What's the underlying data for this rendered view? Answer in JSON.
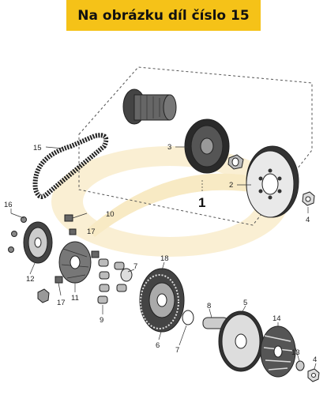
{
  "banner": {
    "text": "Na obrázku díl číslo 15",
    "bg": "#f5c218"
  },
  "diagram": {
    "callouts": {
      "c1": "1",
      "c2": "2",
      "c3": "3",
      "c4": "4",
      "c4b": "4",
      "c5": "5",
      "c6": "6",
      "c7": "7",
      "c7b": "7",
      "c8": "8",
      "c9": "9",
      "c10": "10",
      "c11": "11",
      "c12": "12",
      "c13": "13",
      "c14": "14",
      "c15": "15",
      "c16": "16",
      "c17": "17",
      "c17b": "17",
      "c18": "18"
    },
    "watermark_color": "#f6e3b0"
  }
}
